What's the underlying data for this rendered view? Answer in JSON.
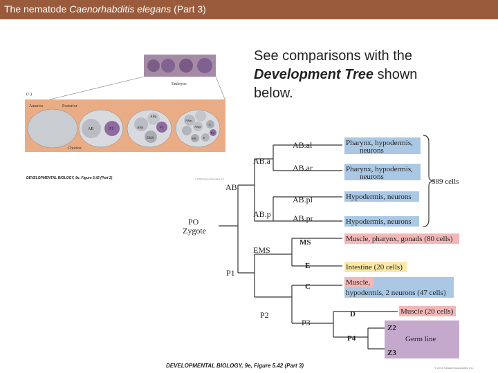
{
  "title": {
    "prefix": "The nematode ",
    "italic": "Caenorhabditis elegans",
    "suffix": " (Part 3)"
  },
  "note": {
    "line1": "See comparisons with the",
    "bold": "Development Tree",
    "line2": " shown",
    "line3": "below."
  },
  "fig_left": {
    "panel_label": "(C)",
    "embryos_label": "Embryos",
    "anterior": "Anterior",
    "posterior": "Posterior",
    "chorion": "Chorion",
    "cells": [
      "AB",
      "P1",
      "ABa",
      "ABp",
      "P2",
      "EMS",
      "ABar",
      "ABpl",
      "C",
      "P2",
      "MS",
      "E"
    ],
    "caption": "DEVELOPMENTAL BIOLOGY, 9e, Figure 5.42 (Part 2)",
    "credit": "© 2010 Sinauer Associates, Inc."
  },
  "tree": {
    "nodes": {
      "po": "PO",
      "zygote": "Zygote",
      "ab": "AB",
      "p1": "P1",
      "aba": "AB.a",
      "abp": "AB.p",
      "abal": "AB.al",
      "abar": "AB.ar",
      "abpl": "AB.pl",
      "abpr": "AB.pr",
      "ems": "EMS",
      "ms": "MS",
      "e": "E",
      "c": "C",
      "p2": "P2",
      "d": "D",
      "p3": "P3",
      "p4": "P4",
      "z2": "Z2",
      "z3": "Z3"
    },
    "fates": {
      "abal_1": "Pharynx, hypodermis,",
      "abal_2": "neurons",
      "abar_1": "Pharynx, hypodermis,",
      "abar_2": "neurons",
      "abpl": "Hypodermis, neurons",
      "abpr": "Hypodermis, neurons",
      "ms": "Muscle, pharynx, gonads (80 cells)",
      "e": "Intestine (20 cells)",
      "c_1": "Muscle,",
      "c_2": "hypodermis, 2 neurons (47 cells)",
      "d": "Muscle (20 cells)",
      "germ": "Germ line"
    },
    "bracket": "389 cells",
    "colors": {
      "blue": "#aac8e4",
      "pink": "#f2b8b8",
      "yellow": "#fbe7a6",
      "purple": "#c4a9cc"
    }
  },
  "caption": "DEVELOPMENTAL BIOLOGY, 9e, Figure 5.42 (Part 3)",
  "credit": "© 2010 Sinauer Associates, Inc."
}
